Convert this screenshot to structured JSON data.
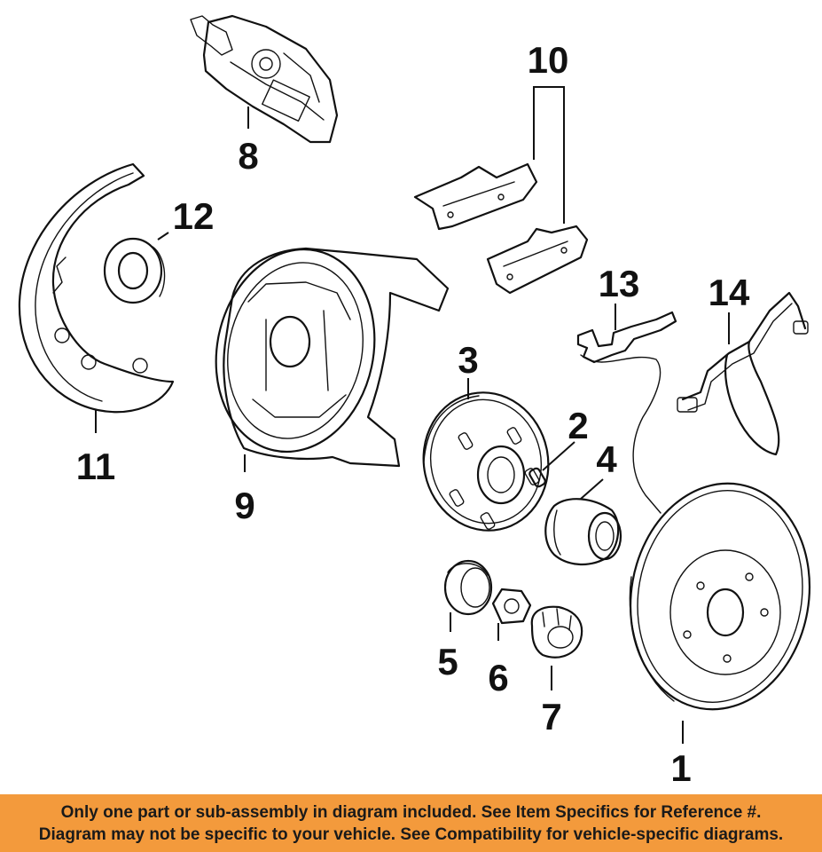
{
  "diagram": {
    "callouts": {
      "c1": "1",
      "c2": "2",
      "c3": "3",
      "c4": "4",
      "c5": "5",
      "c6": "6",
      "c7": "7",
      "c8": "8",
      "c9": "9",
      "c10": "10",
      "c11": "11",
      "c12": "12",
      "c13": "13",
      "c14": "14"
    }
  },
  "banner": {
    "line1": "Only one part or sub-assembly in diagram included. See Item Specifics for Reference #.",
    "line2": "Diagram may not be specific to your vehicle. See Compatibility for vehicle-specific diagrams."
  },
  "colors": {
    "banner_bg": "#f39a3c",
    "line_art": "#111111",
    "background": "#ffffff"
  }
}
